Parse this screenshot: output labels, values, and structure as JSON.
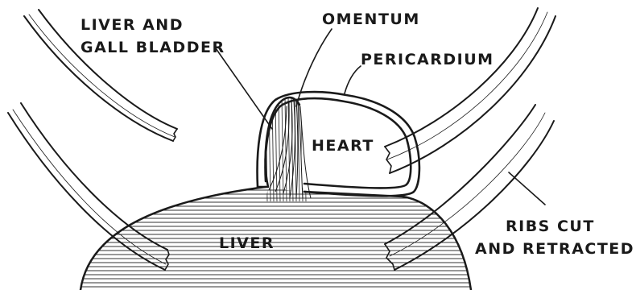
{
  "labels": {
    "liver_and_gall_bladder_line1": "LIVER AND",
    "liver_and_gall_bladder_line2": "GALL BLADDER",
    "omentum": "OMENTUM",
    "pericardium": "PERICARDIUM",
    "heart": "HEART",
    "liver": "LIVER",
    "ribs_line1": "RIBS CUT",
    "ribs_line2": "AND RETRACTED"
  }
}
